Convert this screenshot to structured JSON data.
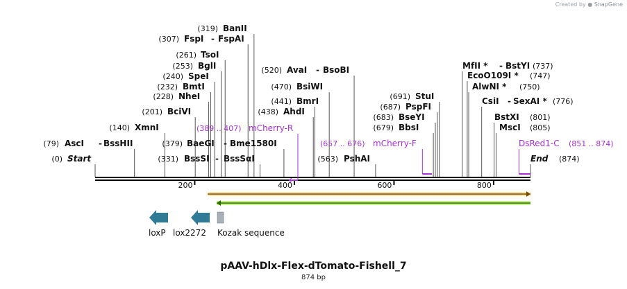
{
  "credit": {
    "prefix": "Created by",
    "brand": "SnapGene"
  },
  "plasmid": {
    "name": "pAAV-hDlx-Flex-dTomato-Fishell_7",
    "length_label": "874 bp",
    "length": 874
  },
  "ruler": {
    "ticks": [
      200,
      400,
      600,
      800
    ]
  },
  "enzymes": [
    {
      "pos": 0,
      "pos_label": "(0)",
      "name": "Start",
      "italic": true
    },
    {
      "pos": 79,
      "pos_label": "(79)",
      "name": "AscI",
      "name2": "BssHII"
    },
    {
      "pos": 140,
      "pos_label": "(140)",
      "name": "XmnI"
    },
    {
      "pos": 201,
      "pos_label": "(201)",
      "name": "BciVI"
    },
    {
      "pos": 228,
      "pos_label": "(228)",
      "name": "NheI"
    },
    {
      "pos": 232,
      "pos_label": "(232)",
      "name": "BmtI"
    },
    {
      "pos": 240,
      "pos_label": "(240)",
      "name": "SpeI"
    },
    {
      "pos": 253,
      "pos_label": "(253)",
      "name": "BglI"
    },
    {
      "pos": 261,
      "pos_label": "(261)",
      "name": "TsoI"
    },
    {
      "pos": 307,
      "pos_label": "(307)",
      "name": "FspI",
      "name2": "FspAI"
    },
    {
      "pos": 319,
      "pos_label": "(319)",
      "name": "BanII"
    },
    {
      "pos": 331,
      "pos_label": "(331)",
      "name": "BssSI",
      "name2": "BssSαI"
    },
    {
      "pos": 379,
      "pos_label": "(379)",
      "name": "BaeGI",
      "name2": "Bme1580I"
    },
    {
      "pos": 438,
      "pos_label": "(438)",
      "name": "AhdI"
    },
    {
      "pos": 441,
      "pos_label": "(441)",
      "name": "BmrI"
    },
    {
      "pos": 470,
      "pos_label": "(470)",
      "name": "BsiWI"
    },
    {
      "pos": 520,
      "pos_label": "(520)",
      "name": "AvaI",
      "name2": "BsoBI"
    },
    {
      "pos": 563,
      "pos_label": "(563)",
      "name": "PshAI"
    },
    {
      "pos": 679,
      "pos_label": "(679)",
      "name": "BbsI"
    },
    {
      "pos": 683,
      "pos_label": "(683)",
      "name": "BseYI"
    },
    {
      "pos": 687,
      "pos_label": "(687)",
      "name": "PspFI"
    },
    {
      "pos": 691,
      "pos_label": "(691)",
      "name": "StuI"
    },
    {
      "pos": 737,
      "pos_label": "(737)",
      "name": "MfII *",
      "name2": "BstYI"
    },
    {
      "pos": 747,
      "pos_label": "(747)",
      "name": "EcoO109I *"
    },
    {
      "pos": 750,
      "pos_label": "(750)",
      "name": "AlwNI *"
    },
    {
      "pos": 776,
      "pos_label": "(776)",
      "name": "CsiI",
      "name2": "SexAI *"
    },
    {
      "pos": 801,
      "pos_label": "(801)",
      "name": "BstXI"
    },
    {
      "pos": 805,
      "pos_label": "(805)",
      "name": "MscI"
    },
    {
      "pos": 874,
      "pos_label": "(874)",
      "name": "End",
      "italic": true
    }
  ],
  "primers": [
    {
      "name": "mCherry-R",
      "range_label": "(389 .. 407)",
      "start": 389,
      "end": 407,
      "direction": "reverse"
    },
    {
      "name": "mCherry-F",
      "range_label": "(657 .. 676)",
      "start": 657,
      "end": 676,
      "direction": "forward"
    },
    {
      "name": "DsRed1-C",
      "range_label": "(851 .. 874)",
      "start": 851,
      "end": 874,
      "direction": "forward"
    }
  ],
  "orf_tracks": [
    {
      "start": 226,
      "end": 874,
      "direction": "forward",
      "color": "#d4a017",
      "fill": "#fde6a8"
    },
    {
      "start": 244,
      "end": 874,
      "direction": "reverse",
      "color": "#5aa01e",
      "fill": "#c6f08a"
    }
  ],
  "features": [
    {
      "label": "loxP",
      "type": "arrow-left",
      "color": "#2f7a94"
    },
    {
      "label": "lox2272",
      "type": "arrow-left",
      "color": "#2f7a94"
    },
    {
      "label": "Kozak sequence",
      "type": "box",
      "color": "#aab0b8"
    }
  ],
  "colors": {
    "enzyme_text": "#111111",
    "primer": "#a632d6",
    "backbone": "#000000"
  }
}
